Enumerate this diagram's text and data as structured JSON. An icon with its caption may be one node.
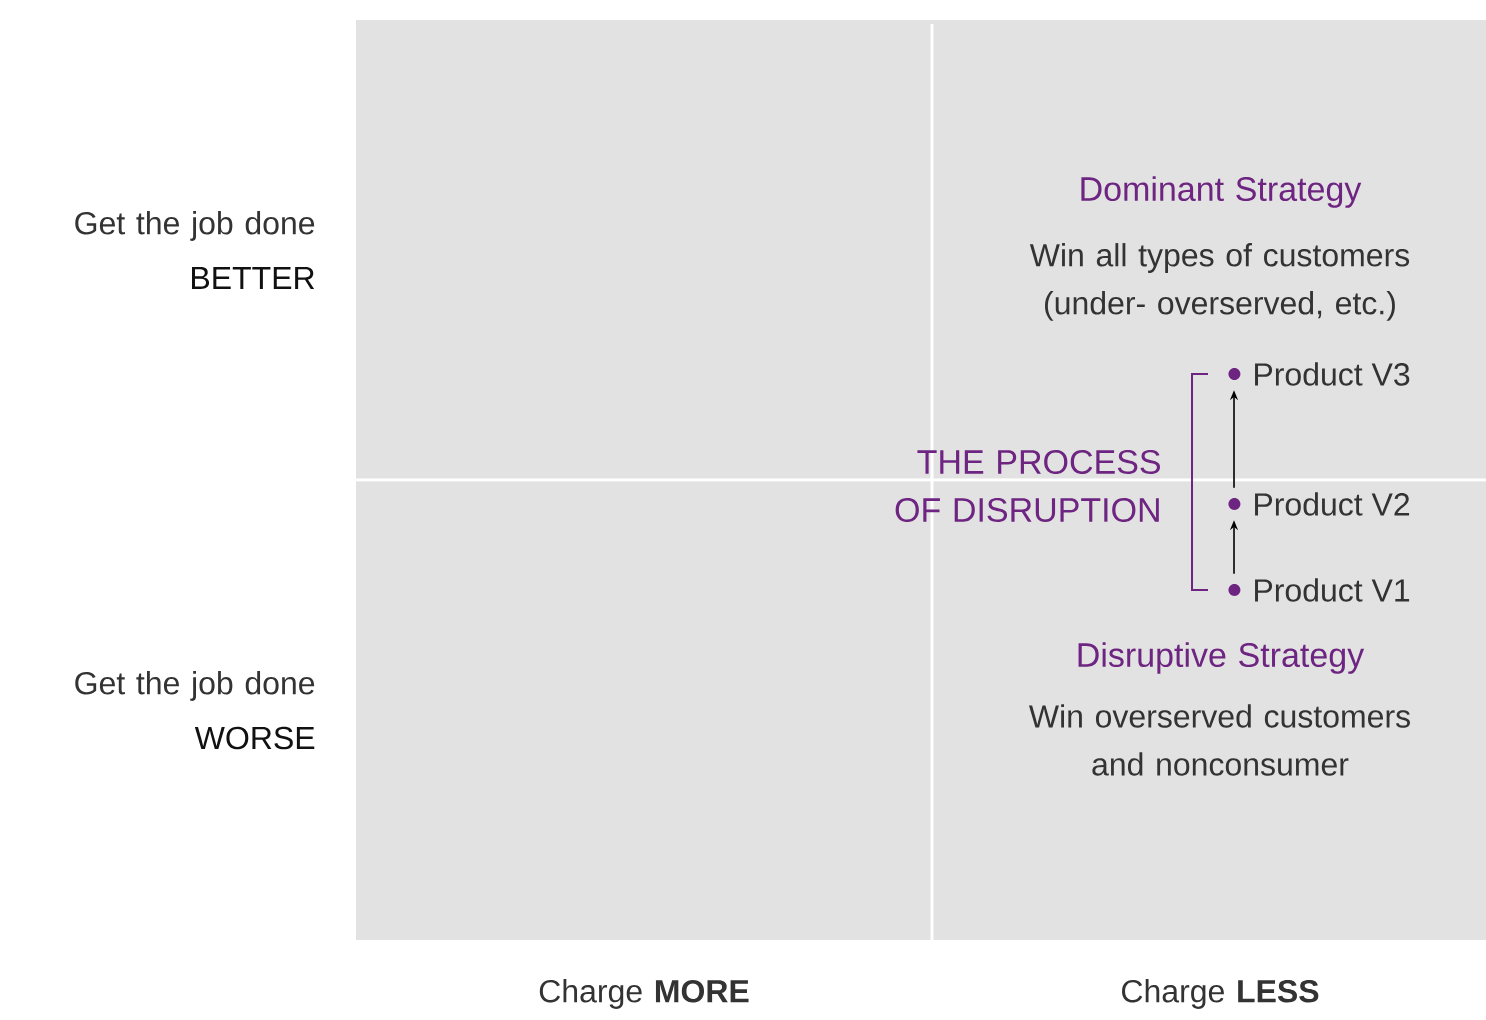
{
  "diagram": {
    "nodes": [
      {
        "text": [
          "Product V3"
        ]
      },
      {
        "text": [
          "Product V2"
        ]
      },
      {
        "text": [
          "Product V1"
        ]
      }
    ],
    "edges": [
      {
        "from": 2,
        "to": 1,
        "arrow": "to"
      },
      {
        "from": 1,
        "to": 0,
        "arrow": "to"
      }
    ],
    "labels": [
      "Dominant Strategy",
      "Get the job done",
      "BETTER",
      "Win all types of customers (under- overserved, etc.)",
      "THE PROCESS OF DISRUPTION",
      "Disruptive Strategy",
      "Get the job done",
      "WORSE",
      "Win overserved customers and nonconsumer",
      "Charge **MORE**",
      "Charge **LESS**"
    ]
  }
}
